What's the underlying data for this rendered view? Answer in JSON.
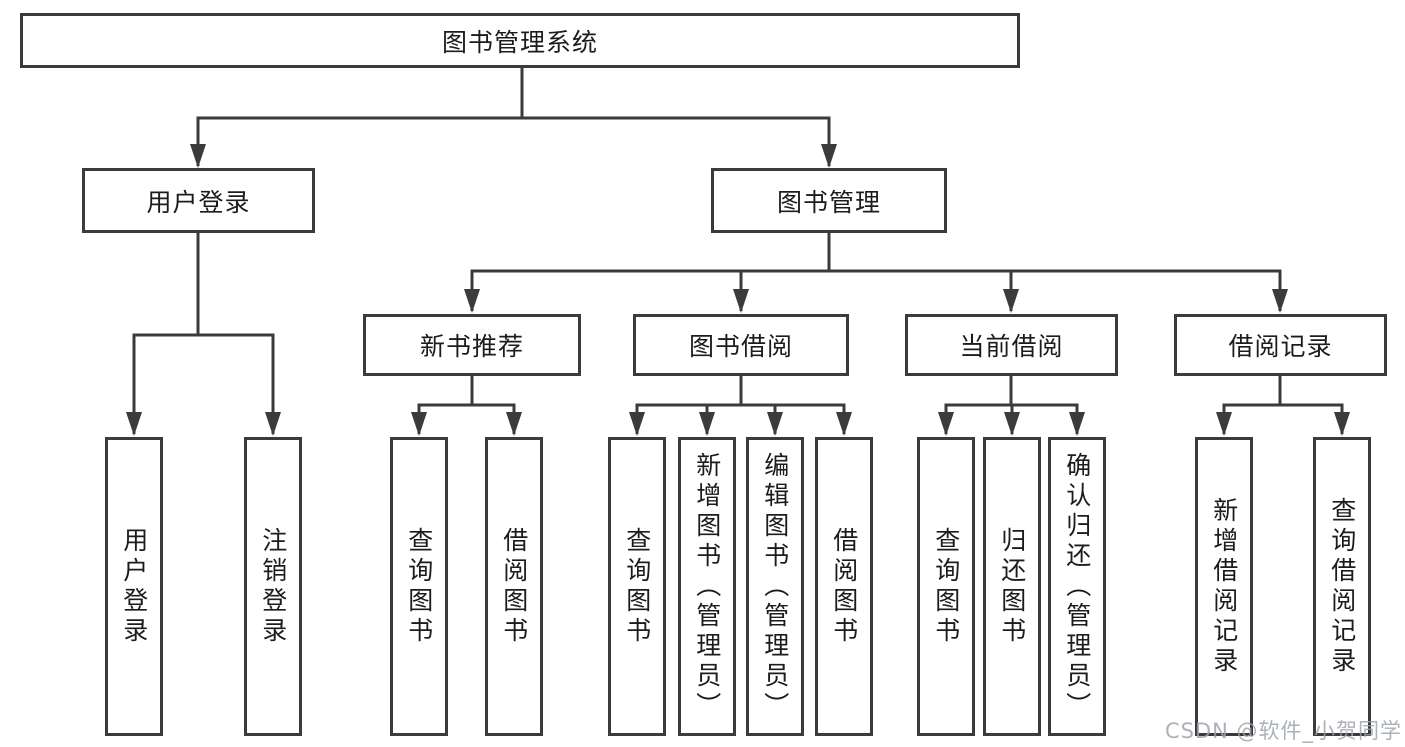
{
  "diagram": {
    "root": {
      "label": "图书管理系统"
    },
    "level2": [
      {
        "label": "用户登录"
      },
      {
        "label": "图书管理"
      }
    ],
    "level3": [
      {
        "label": "新书推荐"
      },
      {
        "label": "图书借阅"
      },
      {
        "label": "当前借阅"
      },
      {
        "label": "借阅记录"
      }
    ],
    "leaves": {
      "user_login": [
        {
          "label": "用户登录"
        },
        {
          "label": "注销登录"
        }
      ],
      "new_book": [
        {
          "label": "查询图书"
        },
        {
          "label": "借阅图书"
        }
      ],
      "borrow": [
        {
          "label": "查询图书"
        },
        {
          "label": "新增图书（管理员）"
        },
        {
          "label": "编辑图书（管理员）"
        },
        {
          "label": "借阅图书"
        }
      ],
      "current": [
        {
          "label": "查询图书"
        },
        {
          "label": "归还图书"
        },
        {
          "label": "确认归还（管理员）"
        }
      ],
      "records": [
        {
          "label": "新增借阅记录"
        },
        {
          "label": "查询借阅记录"
        }
      ]
    },
    "watermark": "CSDN @软件_小贺同学",
    "colors": {
      "line": "#3b3b3b",
      "text": "#1c1c1c",
      "background": "#ffffff",
      "watermark": "#9ea3ac"
    }
  }
}
